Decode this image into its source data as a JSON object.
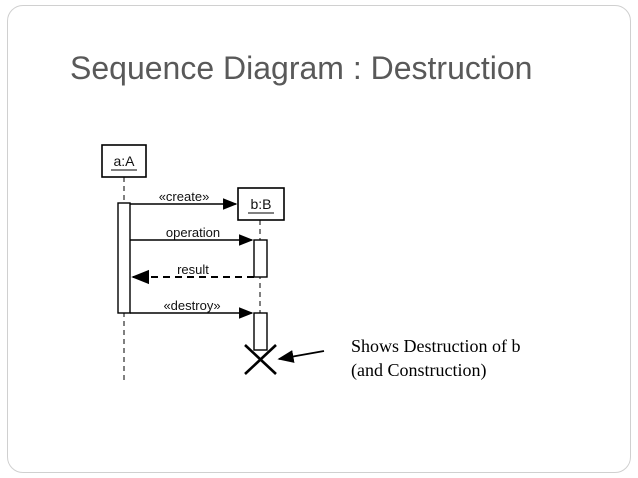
{
  "slide": {
    "title": "Sequence Diagram : Destruction"
  },
  "diagram": {
    "lifelines": [
      {
        "id": "a",
        "label": "a:A"
      },
      {
        "id": "b",
        "label": "b:B"
      }
    ],
    "messages": [
      {
        "id": "create",
        "label": "«create»",
        "from": "a",
        "to": "b",
        "style": "solid"
      },
      {
        "id": "operation",
        "label": "operation",
        "from": "a",
        "to": "b",
        "style": "solid"
      },
      {
        "id": "result",
        "label": "result",
        "from": "b",
        "to": "a",
        "style": "dashed"
      },
      {
        "id": "destroy",
        "label": "«destroy»",
        "from": "a",
        "to": "b",
        "style": "solid"
      }
    ],
    "destruction_marker": "X"
  },
  "annotation": {
    "line1": "Shows Destruction of b",
    "line2": "(and Construction)"
  }
}
